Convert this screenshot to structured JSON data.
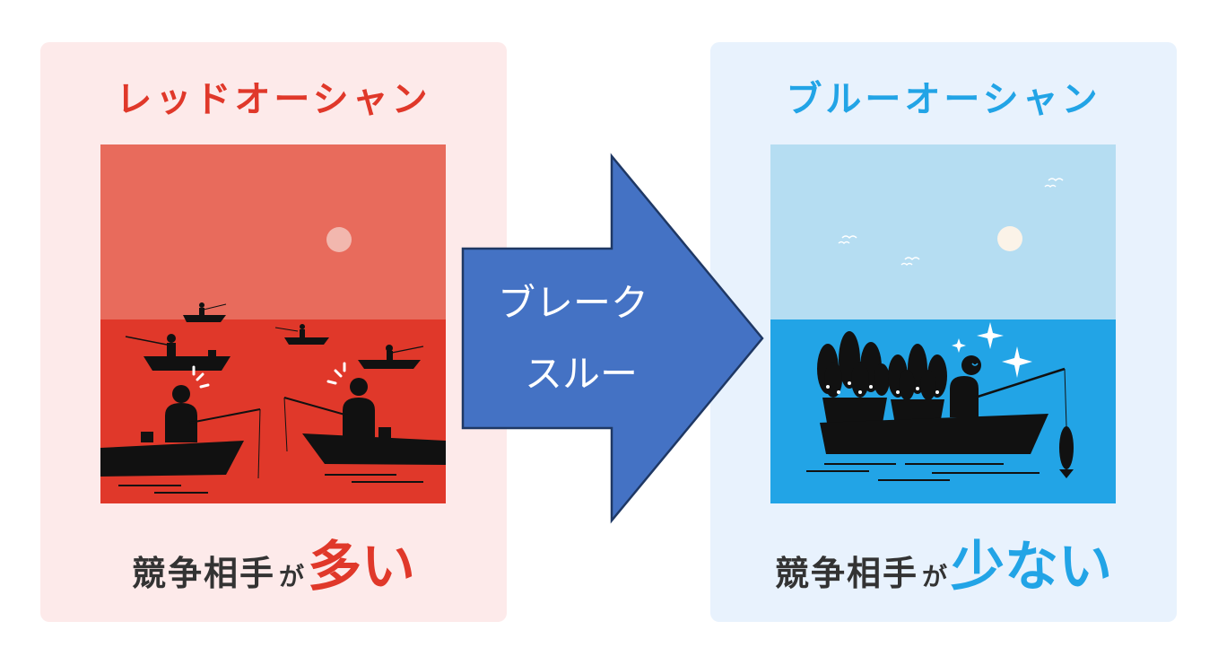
{
  "left_panel": {
    "title": "レッドオーシャン",
    "caption_main": "競争相手",
    "caption_particle": "が",
    "caption_accent": "多い",
    "accent_color": "#e0382a",
    "bg_color": "#fdeaea",
    "sky_color": "#e86b5c",
    "sea_color": "#e0382a"
  },
  "right_panel": {
    "title": "ブルーオーシャン",
    "caption_main": "競争相手",
    "caption_particle": "が",
    "caption_accent": "少ない",
    "accent_color": "#22a4e6",
    "bg_color": "#e8f2fd",
    "sky_color": "#b5ddf2",
    "sea_color": "#22a4e6"
  },
  "arrow": {
    "line1": "ブレーク",
    "line2": "スルー",
    "fill_color": "#4472c4",
    "stroke_color": "#1f3864"
  }
}
